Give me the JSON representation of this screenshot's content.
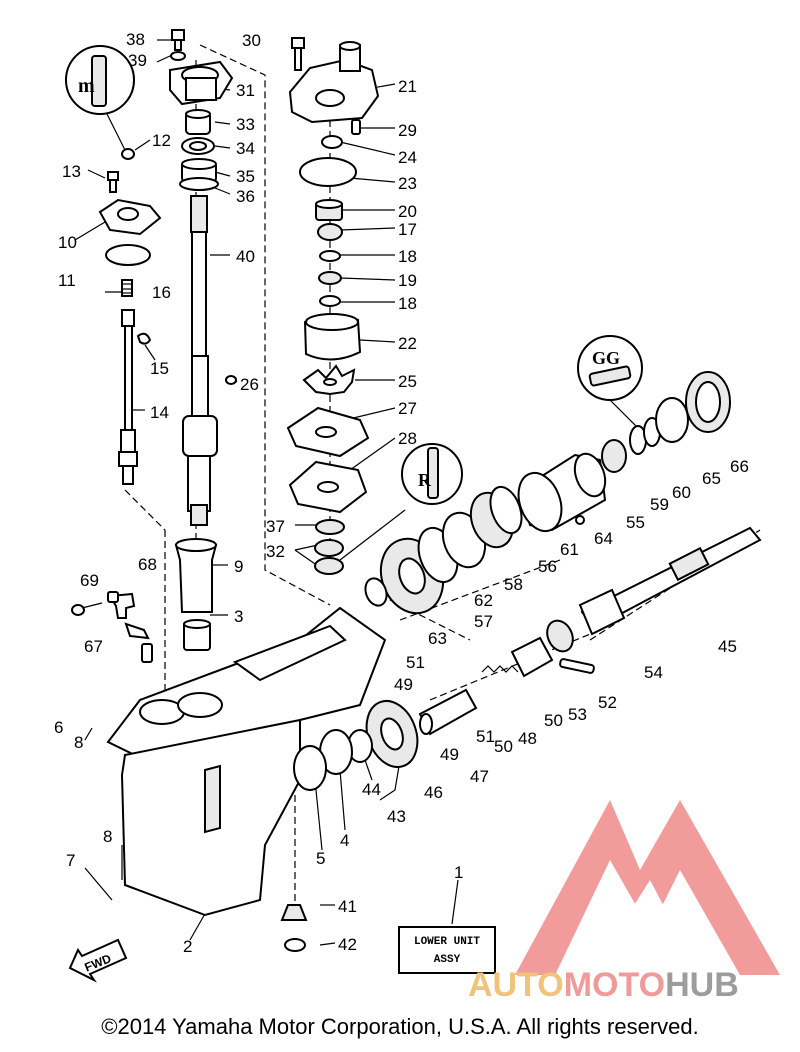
{
  "diagram": {
    "callouts": [
      {
        "id": "38",
        "text": "38"
      },
      {
        "id": "39",
        "text": "39"
      },
      {
        "id": "31",
        "text": "31"
      },
      {
        "id": "33",
        "text": "33"
      },
      {
        "id": "34",
        "text": "34"
      },
      {
        "id": "35",
        "text": "35"
      },
      {
        "id": "36",
        "text": "36"
      },
      {
        "id": "40",
        "text": "40"
      },
      {
        "id": "26",
        "text": "26"
      },
      {
        "id": "9",
        "text": "9"
      },
      {
        "id": "3",
        "text": "3"
      },
      {
        "id": "12",
        "text": "12"
      },
      {
        "id": "13",
        "text": "13"
      },
      {
        "id": "10",
        "text": "10"
      },
      {
        "id": "11",
        "text": "11"
      },
      {
        "id": "16",
        "text": "16"
      },
      {
        "id": "15",
        "text": "15"
      },
      {
        "id": "14",
        "text": "14"
      },
      {
        "id": "30",
        "text": "30"
      },
      {
        "id": "21",
        "text": "21"
      },
      {
        "id": "29",
        "text": "29"
      },
      {
        "id": "24",
        "text": "24"
      },
      {
        "id": "23",
        "text": "23"
      },
      {
        "id": "20",
        "text": "20"
      },
      {
        "id": "17",
        "text": "17"
      },
      {
        "id": "18a",
        "text": "18"
      },
      {
        "id": "19",
        "text": "19"
      },
      {
        "id": "18b",
        "text": "18"
      },
      {
        "id": "22",
        "text": "22"
      },
      {
        "id": "25",
        "text": "25"
      },
      {
        "id": "27",
        "text": "27"
      },
      {
        "id": "28",
        "text": "28"
      },
      {
        "id": "37",
        "text": "37"
      },
      {
        "id": "32",
        "text": "32"
      },
      {
        "id": "69",
        "text": "69"
      },
      {
        "id": "68",
        "text": "68"
      },
      {
        "id": "67",
        "text": "67"
      },
      {
        "id": "6",
        "text": "6"
      },
      {
        "id": "8a",
        "text": "8"
      },
      {
        "id": "8b",
        "text": "8"
      },
      {
        "id": "7",
        "text": "7"
      },
      {
        "id": "2",
        "text": "2"
      },
      {
        "id": "5",
        "text": "5"
      },
      {
        "id": "4",
        "text": "4"
      },
      {
        "id": "44",
        "text": "44"
      },
      {
        "id": "43",
        "text": "43"
      },
      {
        "id": "41",
        "text": "41"
      },
      {
        "id": "42",
        "text": "42"
      },
      {
        "id": "1",
        "text": "1"
      },
      {
        "id": "46",
        "text": "46"
      },
      {
        "id": "49a",
        "text": "49"
      },
      {
        "id": "49b",
        "text": "49"
      },
      {
        "id": "51a",
        "text": "51"
      },
      {
        "id": "51b",
        "text": "51"
      },
      {
        "id": "47",
        "text": "47"
      },
      {
        "id": "50a",
        "text": "50"
      },
      {
        "id": "48",
        "text": "48"
      },
      {
        "id": "50b",
        "text": "50"
      },
      {
        "id": "53",
        "text": "53"
      },
      {
        "id": "52",
        "text": "52"
      },
      {
        "id": "54",
        "text": "54"
      },
      {
        "id": "45",
        "text": "45"
      },
      {
        "id": "63",
        "text": "63"
      },
      {
        "id": "57",
        "text": "57"
      },
      {
        "id": "62",
        "text": "62"
      },
      {
        "id": "58",
        "text": "58"
      },
      {
        "id": "56",
        "text": "56"
      },
      {
        "id": "61",
        "text": "61"
      },
      {
        "id": "64",
        "text": "64"
      },
      {
        "id": "55",
        "text": "55"
      },
      {
        "id": "59",
        "text": "59"
      },
      {
        "id": "60",
        "text": "60"
      },
      {
        "id": "65",
        "text": "65"
      },
      {
        "id": "66",
        "text": "66"
      }
    ],
    "fwd_label": "FWD",
    "assembly_label_line1": "LOWER UNIT",
    "assembly_label_line2": "ASSY",
    "copyright": "©2014 Yamaha Motor Corporation, U.S.A. All rights reserved.",
    "watermark": {
      "part1": "AUTO",
      "part2": "MOTO",
      "part3": "HUB",
      "colors": {
        "auto": "#f2c27a",
        "moto": "#f19a9a",
        "hub": "#9c9c9c",
        "logo": "#f08a8a"
      }
    }
  }
}
